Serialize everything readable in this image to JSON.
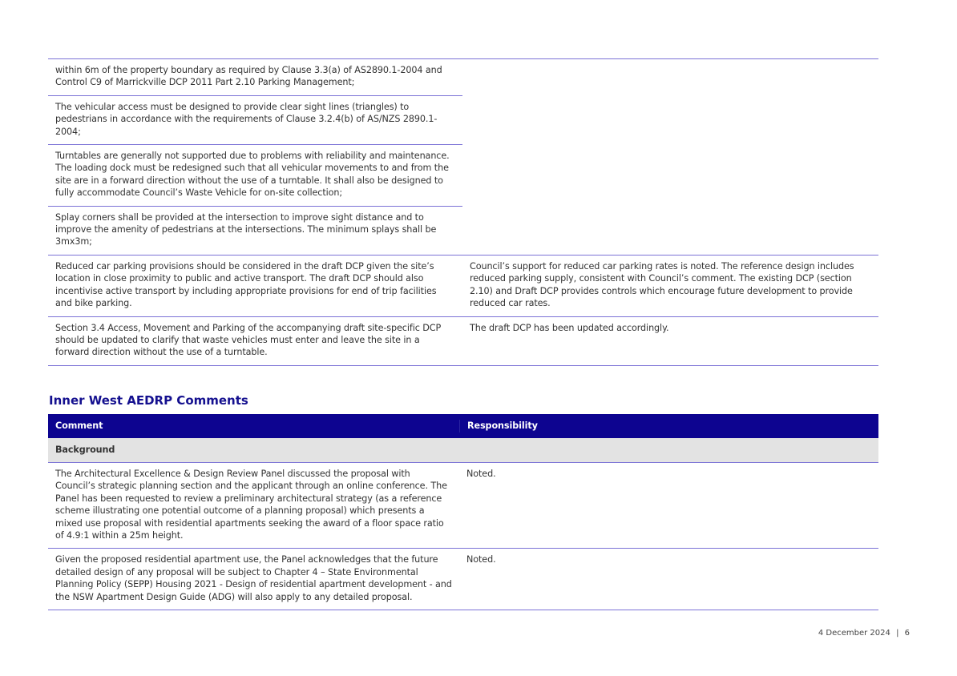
{
  "table1": {
    "partial_rows": [
      "within 6m of the property boundary as required by Clause 3.3(a) of AS2890.1-2004 and Control C9 of Marrickville DCP 2011 Part 2.10 Parking Management;",
      "The vehicular access must be designed to provide clear sight lines (triangles) to pedestrians in accordance with the requirements of Clause 3.2.4(b) of AS/NZS 2890.1-2004;",
      "Turntables are generally not supported due to problems with reliability and maintenance. The loading dock must be redesigned such that all vehicular movements to and from the site are in a forward direction without the use of a turntable. It shall also be designed to fully accommodate Council’s Waste Vehicle for on-site collection;",
      "Splay corners shall be provided at the intersection to improve sight distance and to improve the amenity of pedestrians at the intersections. The minimum splays shall be 3mx3m;"
    ],
    "rows": [
      {
        "comment": "Reduced car parking provisions should be considered in the draft DCP given the site’s location in close proximity to public and active transport. The draft DCP should also incentivise active transport by including appropriate provisions for end of trip facilities and bike parking.",
        "response": "Council’s support for reduced car parking rates is noted. The reference design includes reduced parking supply, consistent with Council’s comment. The existing DCP (section 2.10) and Draft DCP provides controls which encourage future development to provide reduced car rates."
      },
      {
        "comment": "Section 3.4 Access, Movement and Parking of the accompanying draft site-specific DCP should be updated to clarify that waste vehicles must enter and leave the site in a forward direction without the use of a turntable.",
        "response": "The draft DCP has been updated accordingly."
      }
    ]
  },
  "section2": {
    "title": "Inner West AEDRP Comments",
    "headers": [
      "Comment",
      "Responsibility"
    ],
    "subheading": "Background",
    "rows": [
      {
        "comment": "The Architectural Excellence & Design Review Panel discussed the proposal with Council’s strategic planning section and the applicant through an online conference. The Panel has been requested to review a preliminary architectural strategy (as a reference scheme illustrating one potential outcome of a planning proposal) which presents a mixed use proposal with residential apartments seeking the award of a floor space ratio of 4.9:1 within a 25m height.",
        "response": "Noted."
      },
      {
        "comment": "Given the proposed residential apartment use, the Panel acknowledges that the future detailed design of any proposal will be subject to Chapter 4 – State Environmental Planning Policy (SEPP) Housing 2021 - Design of residential apartment development - and the NSW Apartment Design Guide (ADG) will also apply to any detailed proposal.",
        "response": "Noted."
      }
    ]
  },
  "footer": {
    "date": "4 December 2024",
    "separator": "|",
    "page": "6"
  },
  "colors": {
    "header": "#0d0490",
    "title": "#14108f",
    "rule": "#7b72d6",
    "subheader": "#e3e3e3"
  }
}
